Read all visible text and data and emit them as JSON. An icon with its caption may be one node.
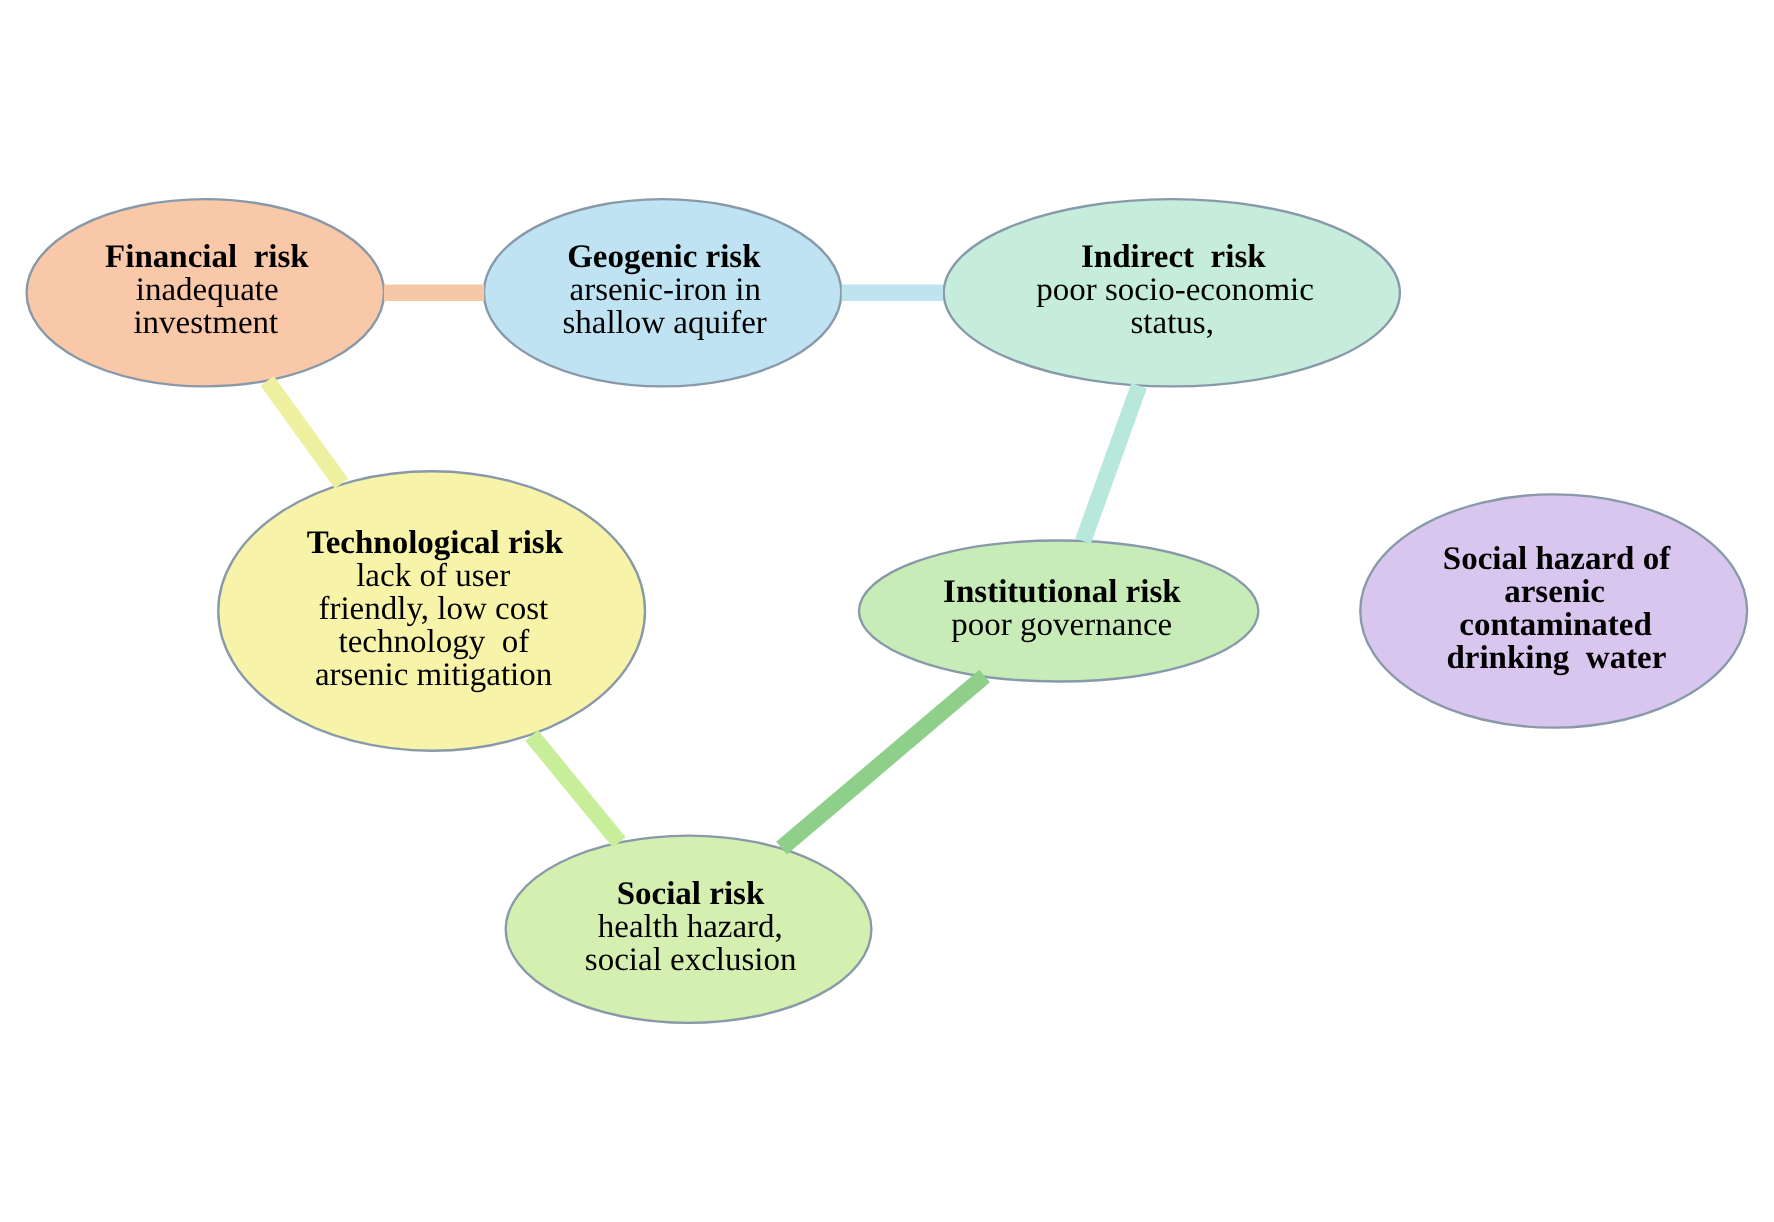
{
  "diagram": {
    "nodes": [
      {
        "text": [
          "Geogenic risk",
          "arsenic-iron in shallow aquifer"
        ]
      },
      {
        "text": [
          "Financial  risk",
          "inadequate investment"
        ]
      },
      {
        "text": [
          "Indirect  risk",
          "poor socio-economic status,"
        ]
      },
      {
        "text": [
          "Social hazard of arsenic contaminated drinking  water"
        ]
      },
      {
        "text": [
          "Technological risk",
          "lack of user friendly, low cost technology  of arsenic mitigation"
        ]
      },
      {
        "text": [
          "Institutional risk",
          "poor governance"
        ]
      },
      {
        "text": [
          "Social risk",
          "health hazard, social exclusion"
        ]
      }
    ],
    "edges": [
      {
        "from": 1,
        "to": 0,
        "arrow": "none",
        "color": "#f5c9a8"
      },
      {
        "from": 0,
        "to": 2,
        "arrow": "none",
        "color": "#bfe4f0"
      },
      {
        "from": 2,
        "to": 5,
        "arrow": "none",
        "color": "#b8e8dc"
      },
      {
        "from": 5,
        "to": 6,
        "arrow": "none",
        "color": "#8ed08a"
      },
      {
        "from": 4,
        "to": 6,
        "arrow": "none",
        "color": "#c9ee9a"
      },
      {
        "from": 1,
        "to": 4,
        "arrow": "none",
        "color": "#eef0a0"
      }
    ]
  }
}
